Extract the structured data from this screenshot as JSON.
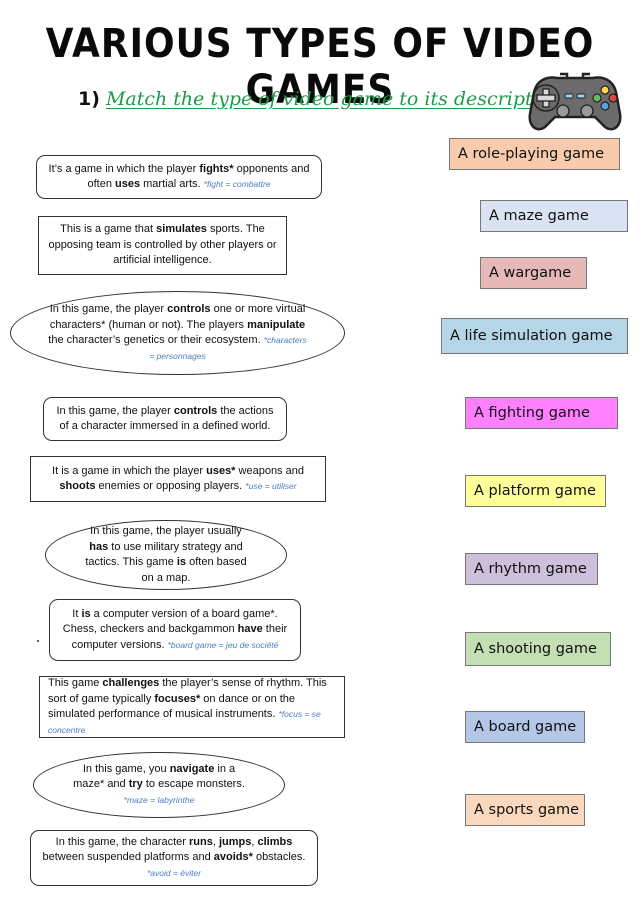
{
  "title": "VARIOUS TYPES OF VIDEO GAMES",
  "subtitle": {
    "number": "1)",
    "text": "Match the type of video game to its description :"
  },
  "descriptions": [
    {
      "parts": [
        [
          "It’s a game in which the player ",
          0
        ],
        [
          "fights*",
          1
        ],
        [
          " opponents and often ",
          0
        ],
        [
          "uses",
          1
        ],
        [
          " martial arts. ",
          0
        ],
        [
          "*fight = combattre",
          2
        ]
      ]
    },
    {
      "parts": [
        [
          "This is a game that ",
          0
        ],
        [
          "simulates",
          1
        ],
        [
          " sports. The opposing team is controlled by other players or artificial intelligence.",
          0
        ]
      ]
    },
    {
      "parts": [
        [
          "In this game, the player ",
          0
        ],
        [
          "controls",
          1
        ],
        [
          " one or more virtual characters* (human or not). The players ",
          0
        ],
        [
          "manipulate",
          1
        ],
        [
          " the character’s genetics or their ecosystem. ",
          0
        ],
        [
          "*characters = personnages",
          2
        ]
      ]
    },
    {
      "parts": [
        [
          "In this game, the player ",
          0
        ],
        [
          "controls",
          1
        ],
        [
          " the actions of a character immersed in a defined world.",
          0
        ]
      ]
    },
    {
      "parts": [
        [
          "It is a game in which the player ",
          0
        ],
        [
          "uses*",
          1
        ],
        [
          " weapons and ",
          0
        ],
        [
          "shoots",
          1
        ],
        [
          " enemies or opposing players. ",
          0
        ],
        [
          "*use = utiliser",
          2
        ]
      ]
    },
    {
      "parts": [
        [
          "In this game, the player usually ",
          0
        ],
        [
          "has",
          1
        ],
        [
          " to use military strategy and tactics. This game ",
          0
        ],
        [
          "is",
          1
        ],
        [
          " often based on a map.",
          0
        ]
      ]
    },
    {
      "parts": [
        [
          "It ",
          0
        ],
        [
          "is",
          1
        ],
        [
          " a computer version of a board game*. Chess, checkers and backgammon ",
          0
        ],
        [
          "have",
          1
        ],
        [
          " their computer versions. ",
          0
        ],
        [
          "*board game = jeu de société",
          2
        ]
      ]
    },
    {
      "parts": [
        [
          "This game ",
          0
        ],
        [
          "challenges",
          1
        ],
        [
          " the player’s sense of rhythm. This sort of game typically ",
          0
        ],
        [
          "focuses*",
          1
        ],
        [
          " on dance or on the simulated performance of musical instruments. ",
          0
        ],
        [
          "*focus = se concentre",
          2
        ]
      ]
    },
    {
      "parts": [
        [
          "In this game, you ",
          0
        ],
        [
          "navigate",
          1
        ],
        [
          " in a maze* and ",
          0
        ],
        [
          "try",
          1
        ],
        [
          " to escape monsters. ",
          0
        ],
        [
          "*maze = labyrinthe",
          2
        ]
      ]
    },
    {
      "parts": [
        [
          "In this game, the character ",
          0
        ],
        [
          "runs",
          1
        ],
        [
          ", ",
          0
        ],
        [
          "jumps",
          1
        ],
        [
          ", ",
          0
        ],
        [
          "climbs",
          1
        ],
        [
          " between suspended platforms and ",
          0
        ],
        [
          "avoids*",
          1
        ],
        [
          " obstacles. ",
          0
        ],
        [
          "*avoid = éviter",
          2
        ]
      ]
    }
  ],
  "labels": [
    {
      "text": "A role-playing game",
      "color": "#f8cbad"
    },
    {
      "text": "A maze game",
      "color": "#dae3f3"
    },
    {
      "text": "A wargame",
      "color": "#e6b8b7"
    },
    {
      "text": "A life simulation game",
      "color": "#b4d6e6"
    },
    {
      "text": "A fighting game",
      "color": "#ff80ff"
    },
    {
      "text": "A platform game",
      "color": "#ffff99"
    },
    {
      "text": "A rhythm game",
      "color": "#ccc0da"
    },
    {
      "text": "A shooting game",
      "color": "#c4dfb3"
    },
    {
      "text": "A board game",
      "color": "#b4c7e7"
    },
    {
      "text": "A sports game",
      "color": "#fad8bd"
    }
  ],
  "colors": {
    "subtitle": "#1e9b47",
    "note": "#4a7fc1",
    "gamepad_body": "#6b6b6b"
  }
}
